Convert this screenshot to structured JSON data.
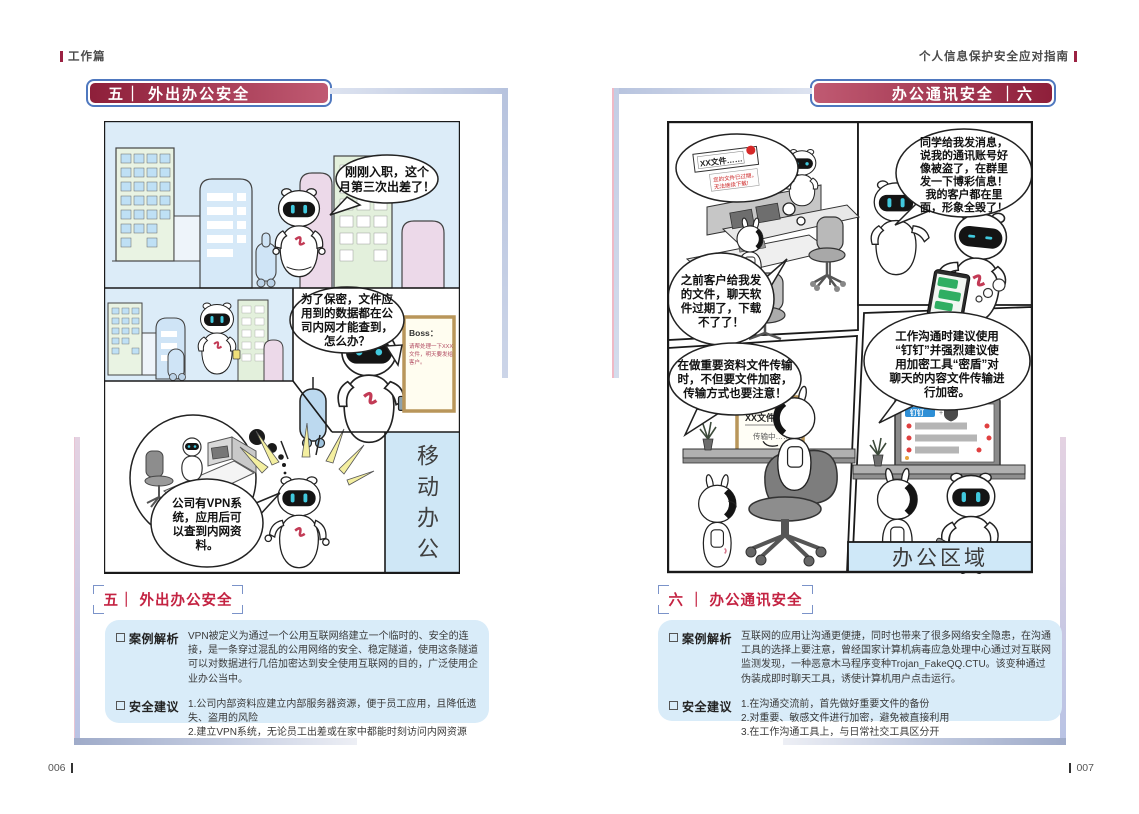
{
  "header": {
    "left_tag": "工作篇",
    "right_tag": "个人信息保护安全应对指南"
  },
  "banners": {
    "left": "五｜ 外出办公安全",
    "right": "办公通讯安全 ｜六"
  },
  "left_page": {
    "comic": {
      "p1_bubble": [
        "刚刚入职，这个",
        "月第三次出差了！"
      ],
      "p2_bubble": [
        "为了保密，文件应",
        "用到的数据都在公",
        "司内网才能查到，",
        "怎么办？"
      ],
      "board_title": "Boss：",
      "board_lines": [
        "请帮处理一下XXX",
        "文件，明天要发给",
        "客户。"
      ],
      "p3_bubble": [
        "公司有VPN系",
        "统，应用后可",
        "以查到内网资",
        "料。"
      ],
      "vertical_label": "移动办公"
    },
    "section": {
      "subtitle": "五｜ 外出办公安全",
      "case_label": "案例解析",
      "case_text": "VPN被定义为通过一个公用互联网络建立一个临时的、安全的连接，是一条穿过混乱的公用网络的安全、稳定隧道，使用这条隧道可以对数据进行几倍加密达到安全使用互联网的目的，广泛使用企业办公当中。",
      "advice_label": "安全建议",
      "advice_lines": [
        "1.公司内部资料应建立内部服务器资源，便于员工应用，且降低遗失、盗用的风险",
        "2.建立VPN系统，无论员工出差或在家中都能时刻访问内网资源"
      ]
    },
    "page_number": "006"
  },
  "right_page": {
    "comic": {
      "p1_screen_title": "XX文件……",
      "p1_screen_note1": "您的文件已过期，",
      "p1_screen_note2": "无法继续下载!",
      "p1_bubble": [
        "之前客户给我发",
        "的文件，聊天软",
        "件过期了，下载",
        "不了了！"
      ],
      "p2_bubble": [
        "同学给我发消息，",
        "说我的通讯账号好",
        "像被盗了，在群里",
        "发一下博彩信息！",
        "我的客户都在里",
        "面，形象全毁了！"
      ],
      "p3_bubble": [
        "在做重要资料文件传输",
        "时，不但要文件加密，",
        "传输方式也要注意！"
      ],
      "p3_screen_title": "XX文件",
      "p3_screen_status": "传输中……",
      "p4_bubble": [
        "工作沟通时建议使用",
        "“钉钉”并强烈建议使",
        "用加密工具“密盾”对",
        "聊天的内容文件传输进",
        "行加密。"
      ],
      "p4_app_name": "钉钉",
      "area_label": "办公区域"
    },
    "section": {
      "subtitle": "六 ｜ 办公通讯安全",
      "case_label": "案例解析",
      "case_text": "互联网的应用让沟通更便捷，同时也带来了很多网络安全隐患，在沟通工具的选择上要注意，曾经国家计算机病毒应急处理中心通过对互联网监测发现，一种恶意木马程序变种Trojan_FakeQQ.CTU。该变种通过伪装成即时聊天工具，诱使计算机用户点击运行。",
      "advice_label": "安全建议",
      "advice_lines": [
        "1.在沟通交流前，首先做好重要文件的备份",
        "2.对重要、敏感文件进行加密，避免被直接利用",
        "3.在工作沟通工具上，与日常社交工具区分开"
      ]
    },
    "page_number": "007"
  }
}
